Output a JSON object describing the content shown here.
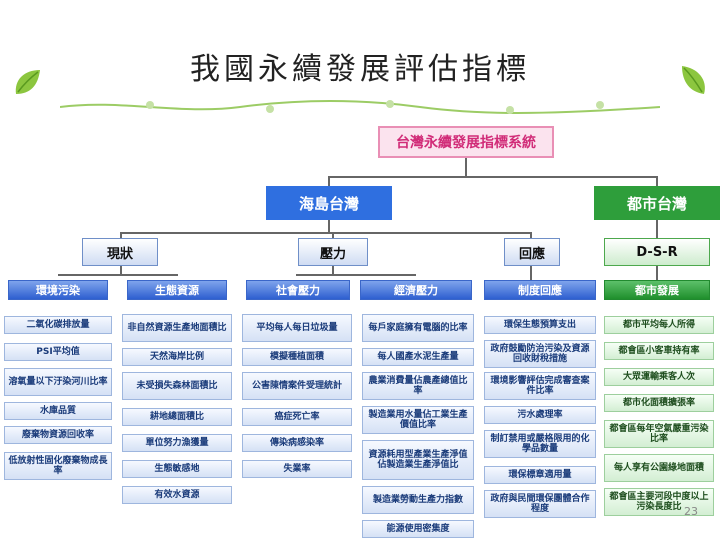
{
  "title": "我國永續發展評估指標",
  "system_box": "台灣永續發展指標系統",
  "branches": [
    {
      "label": "海島台灣",
      "color": "#2f6fe0"
    },
    {
      "label": "都市台灣",
      "color": "#2e9e3b"
    }
  ],
  "subgroups": [
    "現狀",
    "壓力",
    "回應",
    "D-S-R"
  ],
  "categories": [
    "環境污染",
    "生態資源",
    "社會壓力",
    "經濟壓力",
    "制度回應",
    "都市發展"
  ],
  "columns": [
    [
      "二氧化碳排放量",
      "PSI平均值",
      "溶氧量以下汙染河川比率",
      "水庫品質",
      "廢棄物資源回收率",
      "低放射性固化廢棄物成長率"
    ],
    [
      "非自然資源生產地面積比",
      "天然海岸比例",
      "未受損失森林面積比",
      "耕地總面積比",
      "單位努力漁獲量",
      "生態敏感地",
      "有效水資源"
    ],
    [
      "平均每人每日垃圾量",
      "模擬種植面積",
      "公害陳情案件受理統計",
      "癌症死亡率",
      "傳染病感染率",
      "失業率"
    ],
    [
      "每戶家庭擁有電腦的比率",
      "每人國產水泥生產量",
      "農業消費量佔農產總值比率",
      "製造業用水量佔工業生產價值比率",
      "資源耗用型產業生產淨值佔製造業生產淨值比",
      "製造業勞動生產力指數",
      "能源使用密集度"
    ],
    [
      "環保生態預算支出",
      "政府鼓勵防治污染及資源回收財稅措施",
      "環境影響評估完成審查案件比率",
      "污水處理率",
      "制訂禁用或嚴格限用的化學品數量",
      "環保標章適用量",
      "政府與民間環保團體合作程度"
    ],
    [
      "都市平均每人所得",
      "都會區小客車持有率",
      "大眾運輸乘客人次",
      "都市化面積擴張率",
      "都會區每年空氣嚴重污染比率",
      "每人享有公園綠地面積",
      "都會區主要河段中度以上污染長度比"
    ]
  ],
  "page_number": "23",
  "colors": {
    "accent_blue": "#2f6fe0",
    "accent_green": "#2e9e3b",
    "system_pink": "#d12c78"
  }
}
